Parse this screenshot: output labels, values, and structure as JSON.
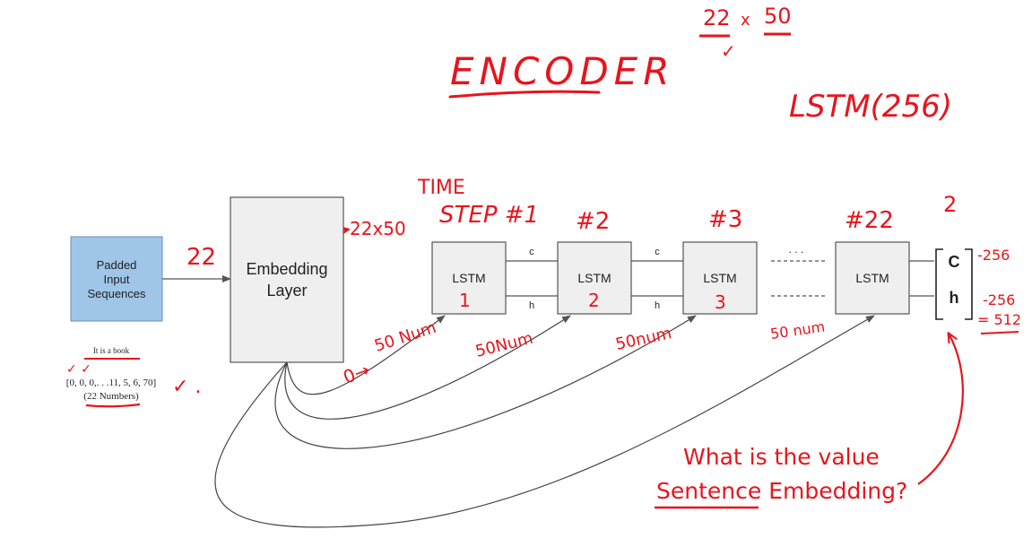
{
  "colors": {
    "annotation_red": "#e8141c",
    "input_box": "#9fc5e8",
    "box_gray": "#efefef",
    "outline": "#555555"
  },
  "annotations": {
    "encoder_title": "ENCODER",
    "dims_top_left": "22",
    "dims_times": "x",
    "dims_top_right": "50",
    "dims_check": "✓",
    "lstm_units": "LSTM(256)",
    "time_step_line1": "TIME",
    "time_step_line2": "STEP #1",
    "step_2": "#2",
    "step_3": "#3",
    "step_22": "#22",
    "dims_22x50": "22x50",
    "input_len": "22",
    "final_two": "2",
    "c_size": "-256",
    "h_size": "-256",
    "total_size": "= 512",
    "zero_arrow": "0→",
    "num_1": "50 Num",
    "num_2": "50Num",
    "num_3": "50num",
    "num_22": "50 num",
    "lstm_index_1": "1",
    "lstm_index_2": "2",
    "lstm_index_3": "3",
    "question_line1": "What is the value",
    "question_line2": "Sentence Embedding?",
    "check_marks": "✓ ✓",
    "check_right": "✓ ."
  },
  "diagram": {
    "input_box_line1": "Padded",
    "input_box_line2": "Input",
    "input_box_line3": "Sequences",
    "embedding_line1": "Embedding",
    "embedding_line2": "Layer",
    "lstm_label": "LSTM",
    "c_label": "c",
    "h_label": "h",
    "dots_top": ". . .",
    "state_c": "C",
    "state_h": "h"
  },
  "example": {
    "sentence": "It is a book",
    "sequence": "[0, 0, 0,. . .11, 5, 6, 70]",
    "count": "(22 Numbers)"
  }
}
